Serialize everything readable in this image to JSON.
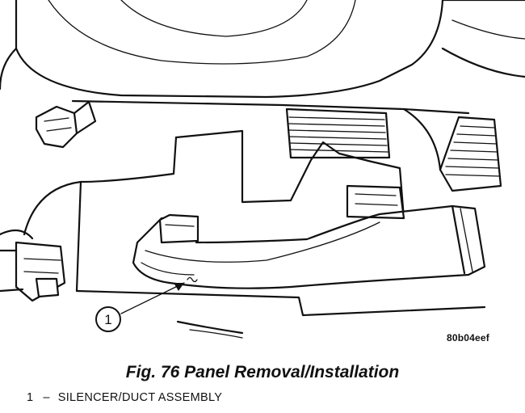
{
  "figure": {
    "callout_number": "1",
    "image_code": "80b04eef",
    "title": "Fig. 76 Panel Removal/Installation"
  },
  "legend": [
    {
      "number": "1",
      "separator": "–",
      "text": "SILENCER/DUCT ASSEMBLY"
    }
  ]
}
